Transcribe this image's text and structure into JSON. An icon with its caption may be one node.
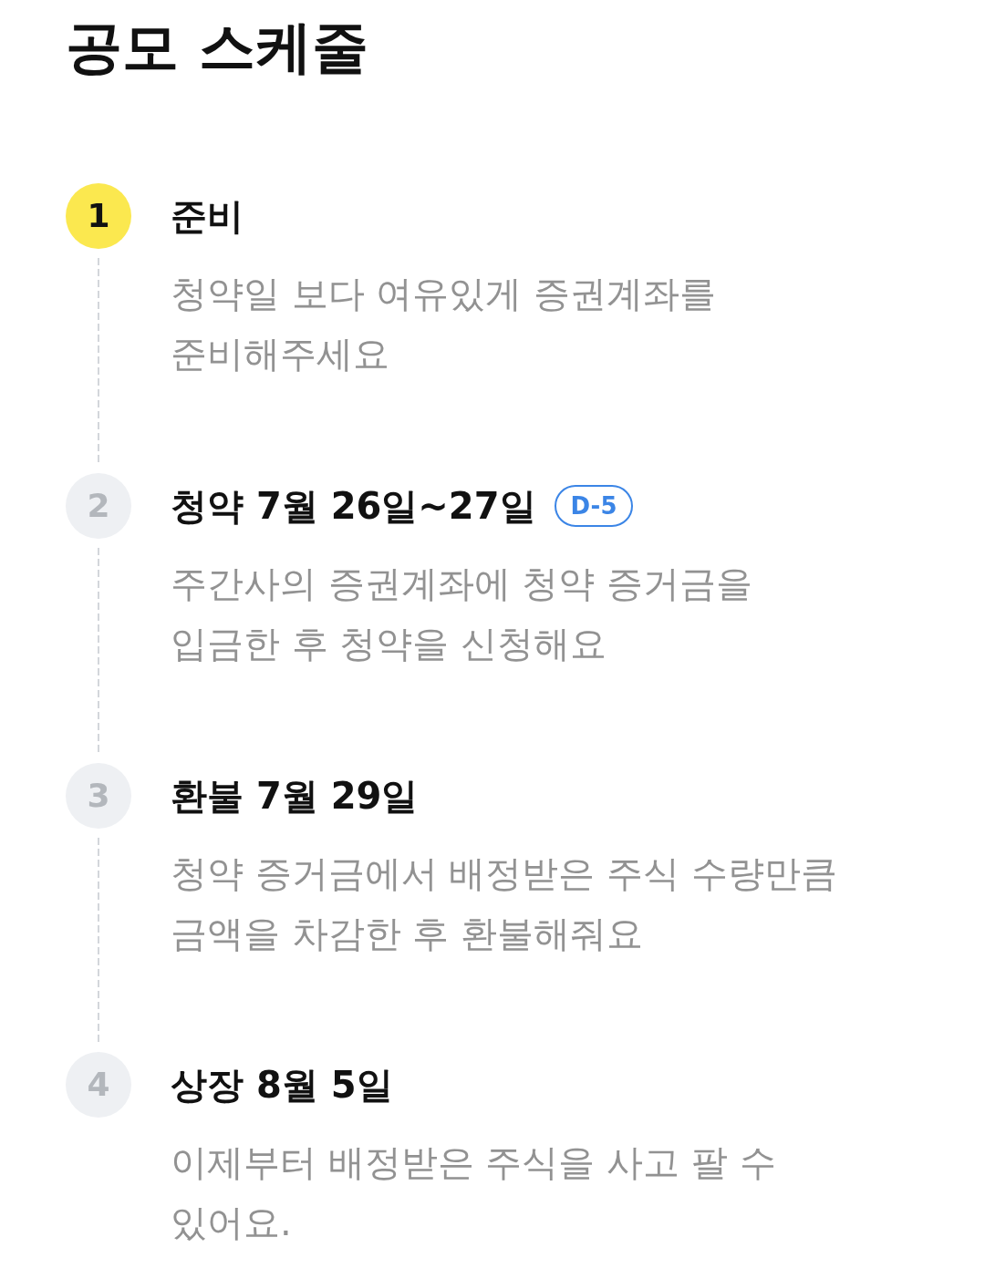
{
  "diagram": {
    "title": "공모 스케줄",
    "nodes": [
      {
        "text": [
          "1"
        ],
        "beside": [
          "준비",
          "청약일 보다 여유있게 증권계좌를 준비해주세요"
        ]
      },
      {
        "text": [
          "2"
        ],
        "beside": [
          "청약 7월 26일~27일",
          "주간사의 증권계좌에 청약 증거금을 입금한 후 청약을 신청해요"
        ]
      },
      {
        "text": [
          "D-5"
        ]
      },
      {
        "text": [
          "3"
        ],
        "beside": [
          "환불 7월 29일",
          "청약 증거금에서 배정받은 주식 수량만큼 금액을 차감한 후 환불해줘요"
        ]
      },
      {
        "text": [
          "4"
        ],
        "beside": [
          "상장 8월 5일",
          "이제부터 배정받은 주식을 사고 팔 수 있어요."
        ]
      }
    ],
    "edges": [
      {
        "from": 0,
        "to": 1,
        "arrow": "none",
        "style": "dashed"
      },
      {
        "from": 1,
        "to": 3,
        "arrow": "none",
        "style": "dashed"
      },
      {
        "from": 3,
        "to": 4,
        "arrow": "none",
        "style": "dashed"
      }
    ]
  }
}
